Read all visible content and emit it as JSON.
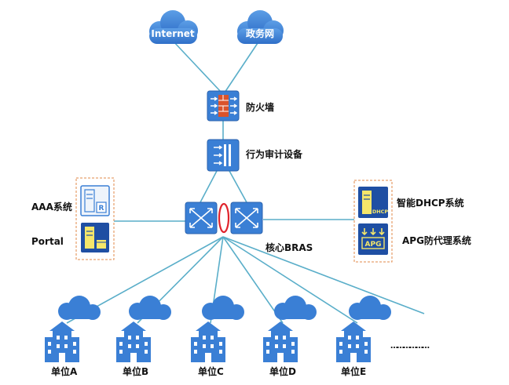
{
  "clouds": {
    "internet": "Internet",
    "gov_net": "政务网"
  },
  "devices": {
    "firewall": "防火墙",
    "audit": "行为审计设备",
    "core": "核心BRAS",
    "aaa": "AAA系统",
    "portal": "Portal",
    "dhcp": "智能DHCP系统",
    "apg": "APG防代理系统"
  },
  "icon_text": {
    "dhcp": "DHCP",
    "apg": "APG",
    "r": "R"
  },
  "units": [
    "单位A",
    "单位B",
    "单位C",
    "单位D",
    "单位E"
  ],
  "more": "………………",
  "colors": {
    "accent": "#3a7fd5",
    "link": "#5aaec9",
    "border": "#e08a4a",
    "firewall": "#d9532c"
  }
}
